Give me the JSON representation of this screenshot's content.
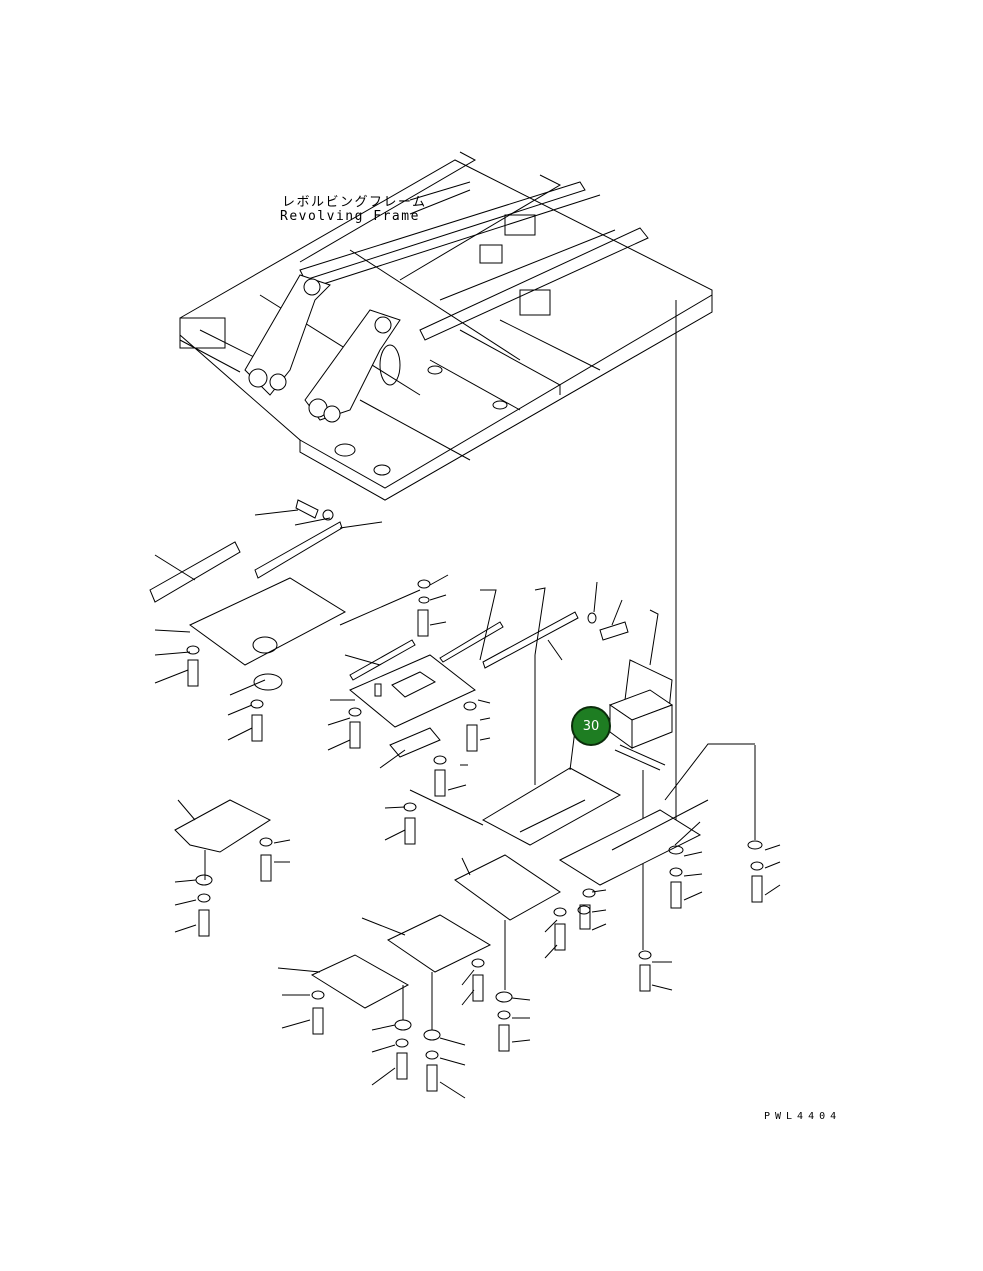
{
  "title": {
    "japanese": "レボルビングフレーム",
    "english": "Revolving Frame"
  },
  "drawing_code": "PWL4404",
  "callout": {
    "number": "30",
    "color": "#1e7d22"
  }
}
